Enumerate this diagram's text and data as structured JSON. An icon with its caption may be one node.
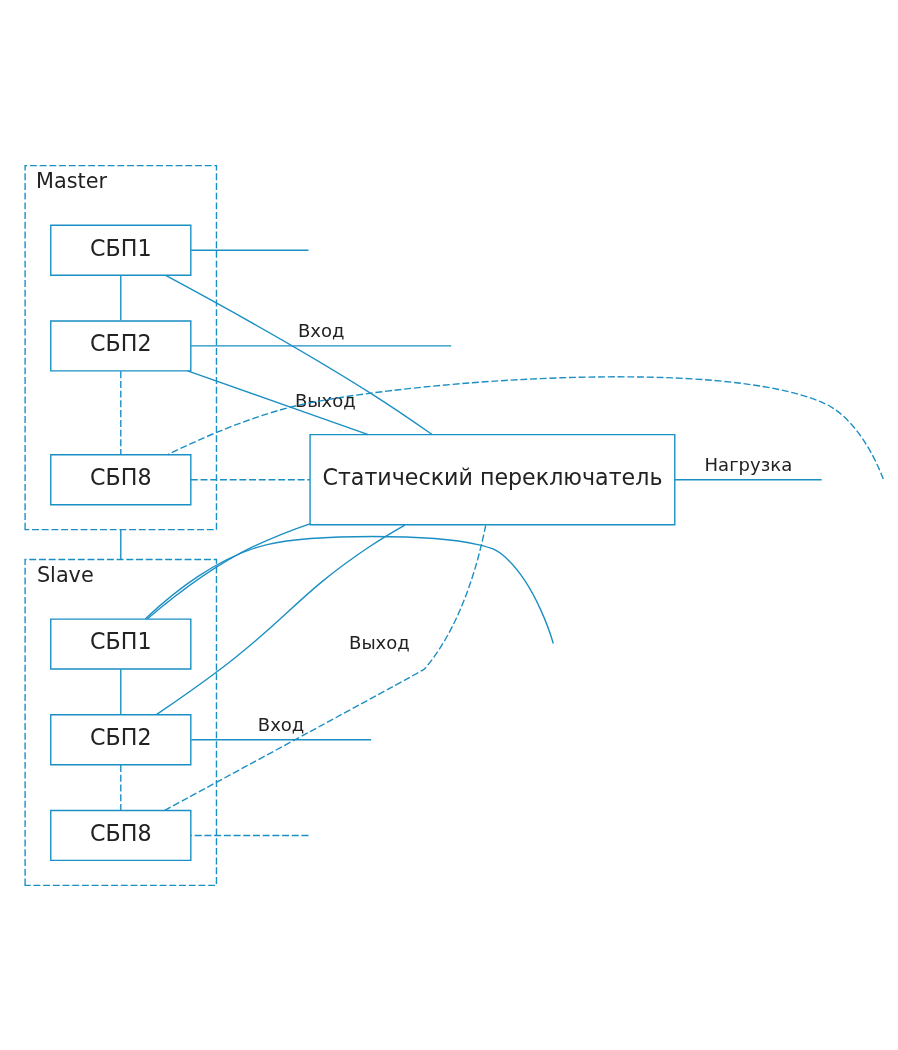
{
  "diagram": {
    "nodes": [
      {
        "text": [
          "Master"
        ]
      },
      {
        "text": [
          "СБП1"
        ],
        "in": 0
      },
      {
        "text": [
          "СБП2"
        ],
        "in": 0
      },
      {
        "text": [
          "СБП8"
        ],
        "in": 0
      },
      {
        "text": [
          "Slave"
        ]
      },
      {
        "text": [
          "СБП1"
        ],
        "in": 4
      },
      {
        "text": [
          "СБП2"
        ],
        "in": 4
      },
      {
        "text": [
          "СБП8"
        ],
        "in": 4
      },
      {
        "text": [
          "Статический переключатель"
        ]
      }
    ],
    "edges": [
      {
        "from": null,
        "to": 1,
        "arrow": "none"
      },
      {
        "from": null,
        "to": 2,
        "arrow": "none",
        "label": "Вход"
      },
      {
        "from": null,
        "to": 3,
        "arrow": "none",
        "style": "dashed"
      },
      {
        "from": 1,
        "to": 8,
        "arrow": "none"
      },
      {
        "from": 2,
        "to": 8,
        "arrow": "none",
        "label": "Выход"
      },
      {
        "from": 3,
        "to": 8,
        "arrow": "none",
        "style": "dashed"
      },
      {
        "from": 1,
        "to": 2,
        "arrow": "none"
      },
      {
        "from": 2,
        "to": 3,
        "arrow": "none",
        "style": "dashed"
      },
      {
        "from": 0,
        "to": 4,
        "arrow": "none"
      },
      {
        "from": null,
        "to": 5,
        "arrow": "none"
      },
      {
        "from": null,
        "to": 6,
        "arrow": "none",
        "label": "Вход"
      },
      {
        "from": null,
        "to": 7,
        "arrow": "none",
        "style": "dashed"
      },
      {
        "from": 5,
        "to": 8,
        "arrow": "none"
      },
      {
        "from": 6,
        "to": 8,
        "arrow": "none",
        "label": "Выход"
      },
      {
        "from": 7,
        "to": 8,
        "arrow": "none",
        "style": "dashed"
      },
      {
        "from": 5,
        "to": 6,
        "arrow": "none"
      },
      {
        "from": 6,
        "to": 7,
        "arrow": "none",
        "style": "dashed"
      },
      {
        "from": 8,
        "to": null,
        "arrow": "none",
        "label": "Нагрузка"
      }
    ]
  }
}
